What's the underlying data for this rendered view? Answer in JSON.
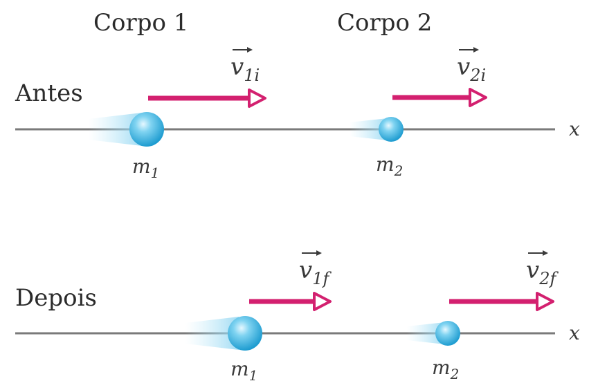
{
  "headers": {
    "body1": "Corpo 1",
    "body2": "Corpo 2"
  },
  "rows": {
    "before": {
      "label": "Antes",
      "axis": "x",
      "v1": {
        "base": "v",
        "sub": "1i"
      },
      "v2": {
        "base": "v",
        "sub": "2i"
      },
      "m1": {
        "base": "m",
        "sub": "1"
      },
      "m2": {
        "base": "m",
        "sub": "2"
      }
    },
    "after": {
      "label": "Depois",
      "axis": "x",
      "v1": {
        "base": "v",
        "sub": "1f"
      },
      "v2": {
        "base": "v",
        "sub": "2f"
      },
      "m1": {
        "base": "m",
        "sub": "1"
      },
      "m2": {
        "base": "m",
        "sub": "2"
      }
    }
  },
  "colors": {
    "arrow": "#d3206f",
    "ball": "#3fb8e2",
    "axis": "#7a7a7a",
    "text": "#2b2b2b"
  }
}
